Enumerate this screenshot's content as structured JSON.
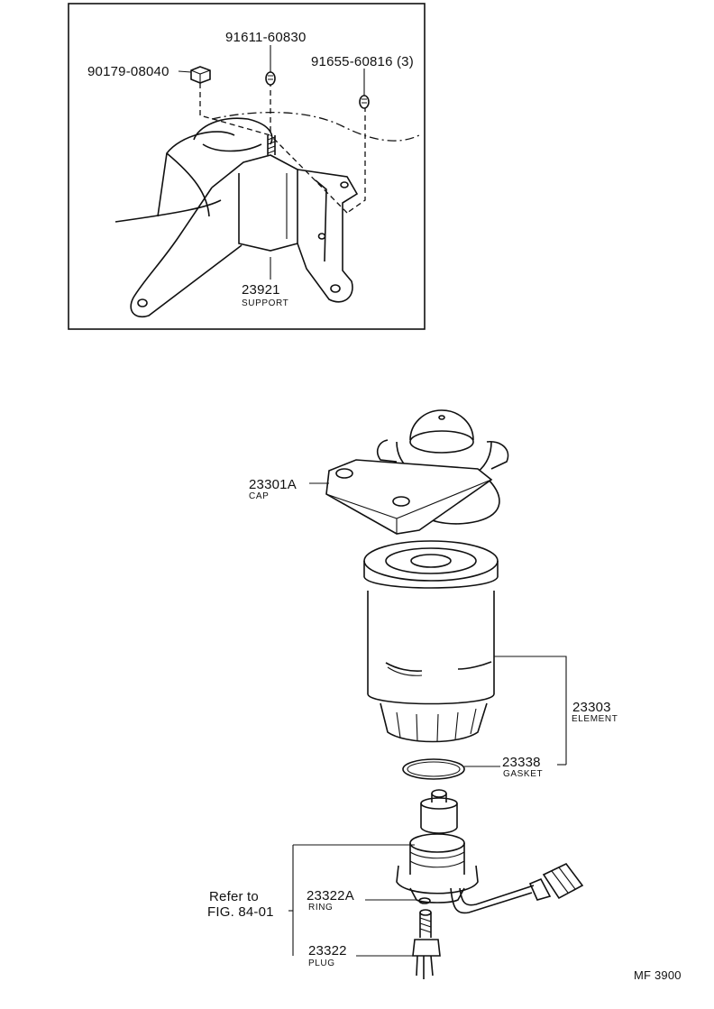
{
  "inset": {
    "parts": [
      {
        "number": "90179-08040"
      },
      {
        "number": "91611-60830"
      },
      {
        "number": "91655-60816 (3)"
      },
      {
        "number": "23921",
        "name": "SUPPORT"
      }
    ]
  },
  "main": {
    "parts": [
      {
        "number": "23301A",
        "name": "CAP"
      },
      {
        "number": "23303",
        "name": "ELEMENT"
      },
      {
        "number": "23338",
        "name": "GASKET"
      },
      {
        "number": "23322A",
        "name": "RING"
      },
      {
        "number": "23322",
        "name": "PLUG"
      }
    ],
    "refer_line1": "Refer to",
    "refer_line2": "FIG. 84-01"
  },
  "footer": {
    "code": "MF 3900"
  }
}
